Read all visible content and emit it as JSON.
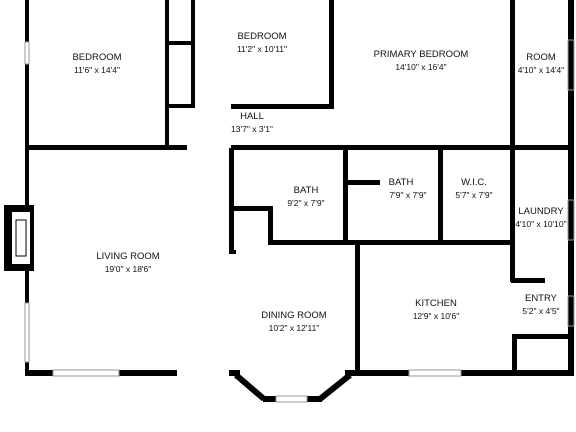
{
  "colors": {
    "wall": "#000000",
    "background": "#ffffff",
    "glass": "#9a9a9a"
  },
  "rooms": {
    "bedroom_left": {
      "name": "BEDROOM",
      "size": "11'6\" x 14'4\""
    },
    "bedroom_center": {
      "name": "BEDROOM",
      "size": "11'2\" x 10'11\""
    },
    "primary_bedroom": {
      "name": "PRIMARY BEDROOM",
      "size": "14'10\" x 16'4\""
    },
    "room": {
      "name": "ROOM",
      "size": "4'10\" x 14'4\""
    },
    "hall": {
      "name": "HALL",
      "size": "13'7\" x 3'1\""
    },
    "bath_1": {
      "name": "BATH",
      "size": "9'2\" x 7'9\""
    },
    "bath_2": {
      "name": "BATH",
      "size": "7'9\" x 7'9\""
    },
    "wic": {
      "name": "W.I.C.",
      "size": "5'7\" x 7'9\""
    },
    "laundry": {
      "name": "LAUNDRY",
      "size": "4'10\" x 10'10\""
    },
    "living_room": {
      "name": "LIVING ROOM",
      "size": "19'0\" x 18'6\""
    },
    "dining_room": {
      "name": "DINING ROOM",
      "size": "10'2\" x 12'11\""
    },
    "kitchen": {
      "name": "KITCHEN",
      "size": "12'9\" x 10'6\""
    },
    "entry": {
      "name": "ENTRY",
      "size": "5'2\" x 4'5\""
    }
  },
  "fixtures": {
    "fireplace": "fireplace-icon"
  }
}
